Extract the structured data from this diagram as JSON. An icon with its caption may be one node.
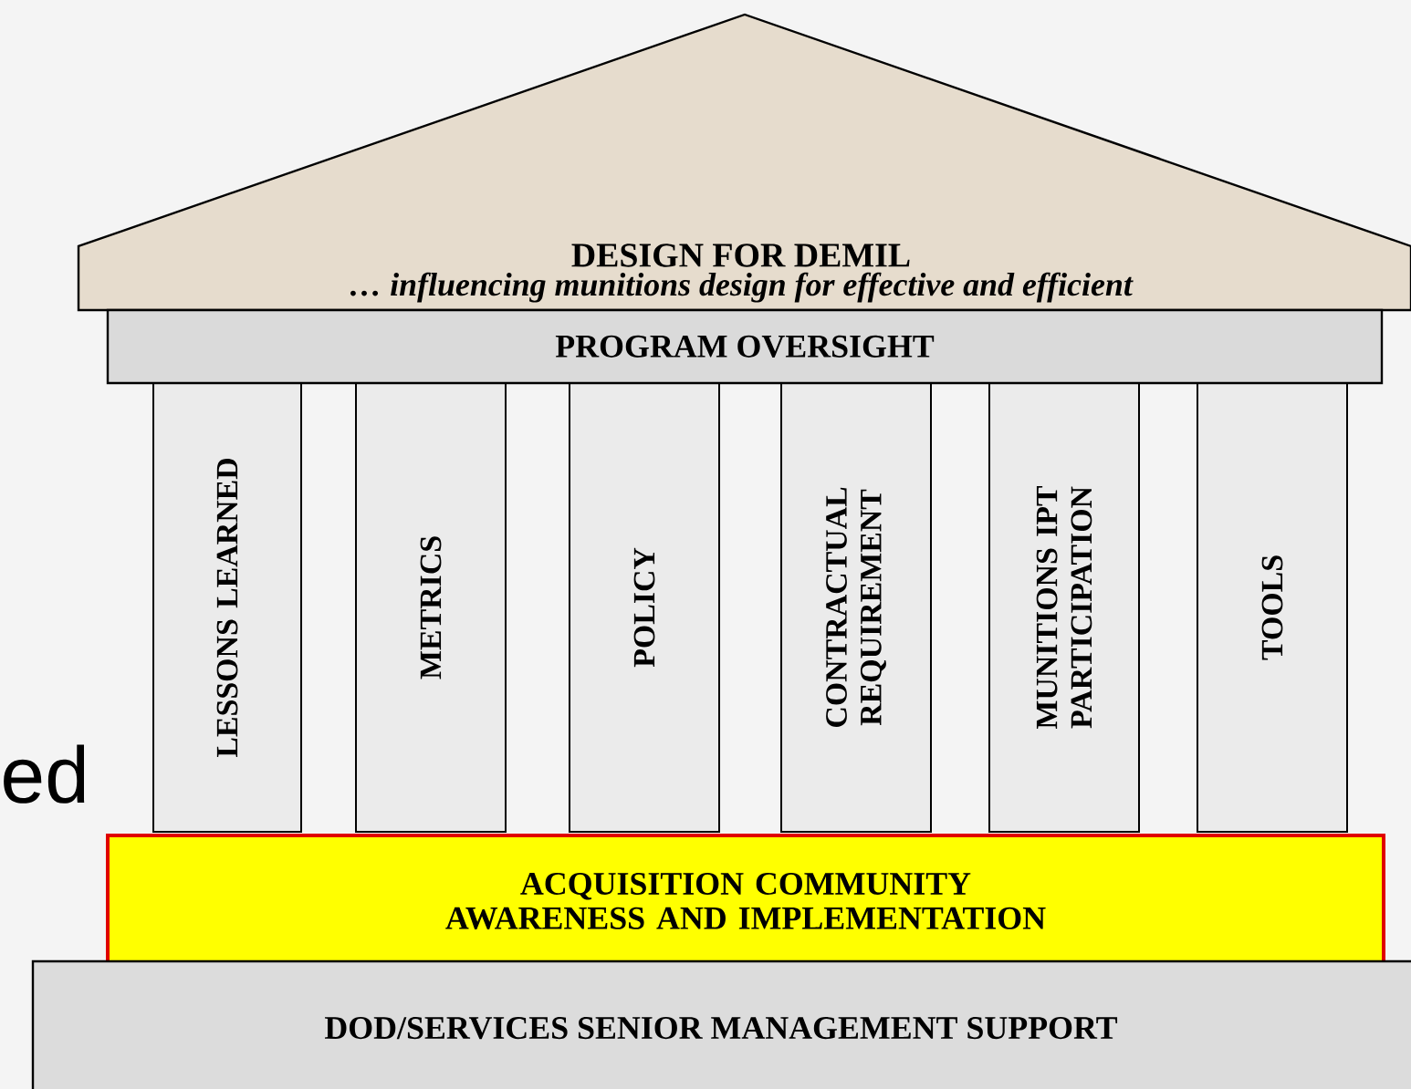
{
  "diagram": {
    "nodes": [
      {
        "text": [
          "DESIGN FOR DEMIL",
          "*… influencing munitions design for effective and efficient*"
        ]
      },
      {
        "text": [
          "PROGRAM OVERSIGHT"
        ]
      },
      {
        "text": [
          "LESSONS LEARNED"
        ]
      },
      {
        "text": [
          "METRICS"
        ]
      },
      {
        "text": [
          "POLICY"
        ]
      },
      {
        "text": [
          "CONTRACTUAL REQUIREMENT"
        ]
      },
      {
        "text": [
          "MUNITIONS IPT PARTICIPATION"
        ]
      },
      {
        "text": [
          "TOOLS"
        ]
      },
      {
        "text": [
          "ACQUISITION COMMUNITY AWARENESS AND IMPLEMENTATION"
        ]
      },
      {
        "text": [
          "DOD/SERVICES SENIOR MANAGEMENT SUPPORT"
        ]
      }
    ],
    "labels": [
      "ed"
    ]
  }
}
